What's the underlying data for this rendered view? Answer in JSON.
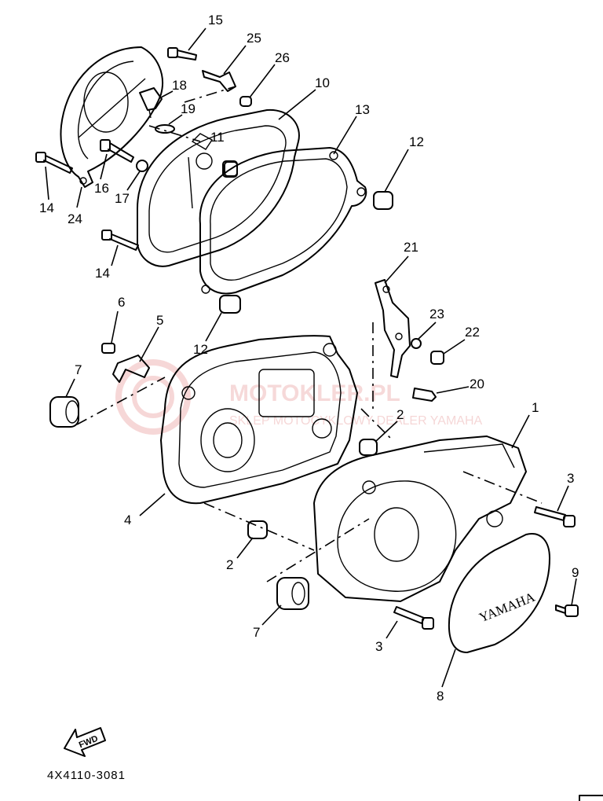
{
  "callouts": [
    {
      "id": "c1",
      "label": "1"
    },
    {
      "id": "c2a",
      "label": "2"
    },
    {
      "id": "c2b",
      "label": "2"
    },
    {
      "id": "c3a",
      "label": "3"
    },
    {
      "id": "c3b",
      "label": "3"
    },
    {
      "id": "c4",
      "label": "4"
    },
    {
      "id": "c5",
      "label": "5"
    },
    {
      "id": "c6",
      "label": "6"
    },
    {
      "id": "c7a",
      "label": "7"
    },
    {
      "id": "c7b",
      "label": "7"
    },
    {
      "id": "c8",
      "label": "8"
    },
    {
      "id": "c9",
      "label": "9"
    },
    {
      "id": "c10",
      "label": "10"
    },
    {
      "id": "c11",
      "label": "11"
    },
    {
      "id": "c12a",
      "label": "12"
    },
    {
      "id": "c12b",
      "label": "12"
    },
    {
      "id": "c13",
      "label": "13"
    },
    {
      "id": "c14a",
      "label": "14"
    },
    {
      "id": "c14b",
      "label": "14"
    },
    {
      "id": "c15",
      "label": "15"
    },
    {
      "id": "c16",
      "label": "16"
    },
    {
      "id": "c17",
      "label": "17"
    },
    {
      "id": "c18",
      "label": "18"
    },
    {
      "id": "c19",
      "label": "19"
    },
    {
      "id": "c20",
      "label": "20"
    },
    {
      "id": "c21",
      "label": "21"
    },
    {
      "id": "c22",
      "label": "22"
    },
    {
      "id": "c23",
      "label": "23"
    },
    {
      "id": "c24",
      "label": "24"
    },
    {
      "id": "c25",
      "label": "25"
    },
    {
      "id": "c26",
      "label": "26"
    }
  ],
  "diagram_code": "4X4110-3081",
  "fwd_label": "FWD",
  "cover_brand": "YAMAHA",
  "watermark": {
    "brand": "MOTOKLER.PL",
    "subtitle": "SKLEP MOTOCYKLOWY DEALER YAMAHA",
    "color": "#e07a7a"
  }
}
